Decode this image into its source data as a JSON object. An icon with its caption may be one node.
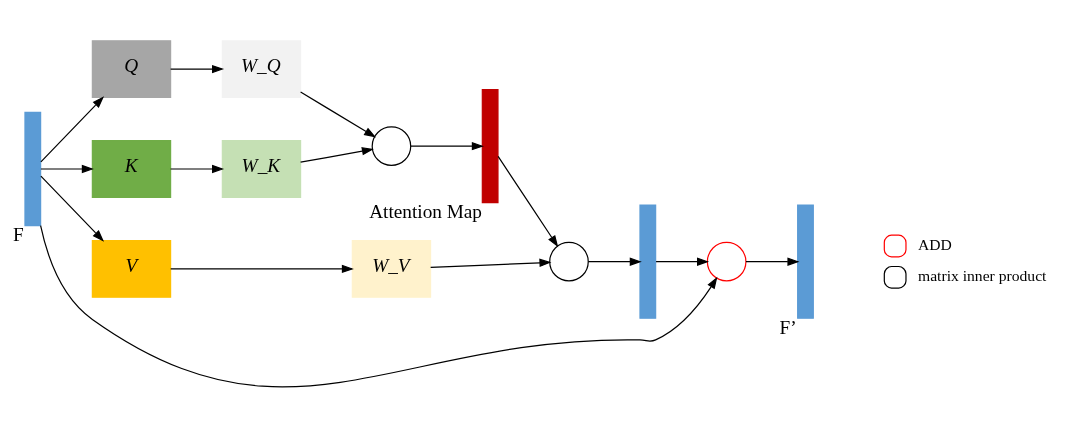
{
  "diagram": {
    "nodes": [
      {
        "text": [],
        "shape": "bar",
        "beside": [
          "F"
        ]
      },
      {
        "text": [
          "Q"
        ]
      },
      {
        "text": [
          "W_Q"
        ]
      },
      {
        "text": [
          "K"
        ]
      },
      {
        "text": [
          "W_K"
        ]
      },
      {
        "text": [
          "V"
        ]
      },
      {
        "text": [
          "W_V"
        ]
      },
      {
        "text": [],
        "shape": "circle"
      },
      {
        "text": [],
        "shape": "bar",
        "beside": [
          "Attention Map"
        ]
      },
      {
        "text": [],
        "shape": "circle"
      },
      {
        "text": [],
        "shape": "bar"
      },
      {
        "text": [],
        "shape": "circle"
      },
      {
        "text": [],
        "shape": "bar",
        "beside": [
          "F’"
        ]
      }
    ],
    "edges": [
      {
        "from": 0,
        "to": 1,
        "arrow": "to"
      },
      {
        "from": 0,
        "to": 3,
        "arrow": "to"
      },
      {
        "from": 0,
        "to": 5,
        "arrow": "to"
      },
      {
        "from": 1,
        "to": 2,
        "arrow": "to"
      },
      {
        "from": 3,
        "to": 4,
        "arrow": "to"
      },
      {
        "from": 5,
        "to": 6,
        "arrow": "to"
      },
      {
        "from": 2,
        "to": 7,
        "arrow": "to"
      },
      {
        "from": 4,
        "to": 7,
        "arrow": "to"
      },
      {
        "from": 7,
        "to": 8,
        "arrow": "to"
      },
      {
        "from": 8,
        "to": 9,
        "arrow": "to"
      },
      {
        "from": 6,
        "to": 9,
        "arrow": "to"
      },
      {
        "from": 9,
        "to": 10,
        "arrow": "to"
      },
      {
        "from": 10,
        "to": 11,
        "arrow": "to"
      },
      {
        "from": 0,
        "to": 11,
        "arrow": "to"
      },
      {
        "from": 11,
        "to": 12,
        "arrow": "to"
      }
    ],
    "legend": [
      {
        "text": "ADD"
      },
      {
        "text": "matrix inner product"
      }
    ]
  }
}
